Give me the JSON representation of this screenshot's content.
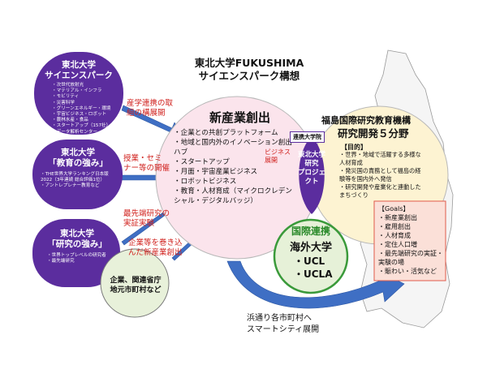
{
  "title": {
    "line1": "東北大学FUKUSHIMA",
    "line2": "サイエンスパーク構想"
  },
  "science_park": {
    "heading_line1": "東北大学",
    "heading_line2": "サイエンスパーク",
    "items": [
      "次世代放射光",
      "マテリアル・インフラ",
      "モビリティ",
      "災害科学",
      "グリーンエネルギー・環境",
      "宇宙ビジネス・ロボット",
      "農林水産・食品",
      "スタートアップ（157社）",
      "データ解析センター"
    ]
  },
  "education": {
    "heading_line1": "東北大学",
    "heading_line2": "「教育の強み」",
    "items": [
      "THE世界大学ランキング日本版2022（3年連続 総合評価1位）",
      "アントレプレナー教育など"
    ]
  },
  "research": {
    "heading_line1": "東北大学",
    "heading_line2": "「研究の強み」",
    "items": [
      "世界トップレベルの研究者",
      "最先端研究"
    ]
  },
  "companies": {
    "line1": "企業、関連省庁",
    "line2": "地元市町村など"
  },
  "arrows": {
    "a1_line1": "産学連携の取",
    "a1_line2": "組の構展開",
    "a2_line1": "授業・セミ",
    "a2_line2": "ナー等の開催",
    "a3_line1": "最先端研究の",
    "a3_line2": "実証実験",
    "a4_line1": "企業等を巻き込",
    "a4_line2": "んだ新産業創出",
    "business_line1": "ビジネス",
    "business_line2": "展開"
  },
  "new_industry": {
    "heading": "新産業創出",
    "items": [
      "企業との共創プラットフォーム",
      "地域と国内外のイノベーション創出ハブ",
      "スタートアップ",
      "月面・宇宙産業ビジネス",
      "ロボットビジネス",
      "教育・人材育成（マイクロクレデンシャル・デジタルバッジ）"
    ]
  },
  "project": {
    "badge": "連携大学院",
    "line1": "東北大学",
    "line2": "研究",
    "line3": "プロジェクト"
  },
  "fukushima": {
    "heading_line1": "福島国際研究教育機構",
    "heading_line2": "研究開発５分野",
    "purpose_label": "【目的】",
    "items": [
      "世界・地域で活躍する多様な人材育成",
      "発災国の責務として福島の経験等を国内外へ発信",
      "研究開発や産業化と連動したまちづくり"
    ]
  },
  "international": {
    "heading": "国際連携",
    "line1": "海外大学",
    "line2": "・UCL",
    "line3": "・UCLA"
  },
  "goals": {
    "heading": "【Goals】",
    "items": [
      "新産業創出",
      "雇用創出",
      "人材育成",
      "定住人口増",
      "最先端研究の実証・実験の場",
      "賑わい・活気など"
    ]
  },
  "smartcity": {
    "line1": "浜通り各市町村へ",
    "line2": "スマートシティ展開"
  },
  "colors": {
    "purple": "#5b2d9e",
    "pink": "#fbe4ec",
    "yellow": "#fdf3d2",
    "green": "#e6f1d8",
    "red": "#d0201c",
    "blue": "#3f6fc4"
  }
}
